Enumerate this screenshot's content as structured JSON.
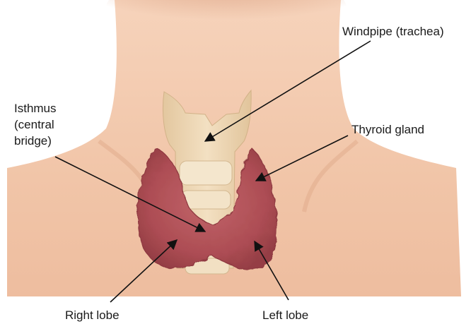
{
  "labels": {
    "windpipe": "Windpipe (trachea)",
    "thyroid": "Thyroid gland",
    "isthmus_1": "Isthmus",
    "isthmus_2": "(central",
    "isthmus_3": "bridge)",
    "right_lobe": "Right lobe",
    "left_lobe": "Left lobe"
  },
  "colors": {
    "skin": "#f1c7ab",
    "skin_shadow": "#e2ad8d",
    "cartilage": "#ecd5b2",
    "thyroid": "#b3535a",
    "line": "#111111"
  }
}
